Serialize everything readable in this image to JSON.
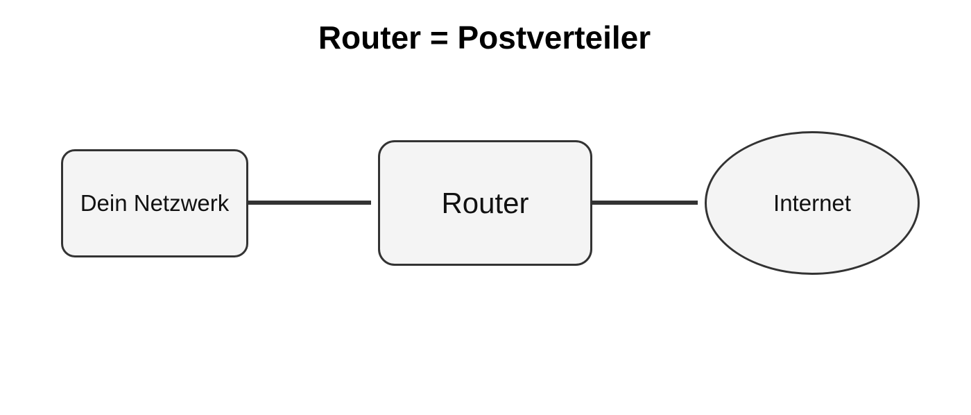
{
  "diagram": {
    "title": "Router = Postverteiler",
    "nodes": {
      "network": {
        "label": "Dein Netzwerk",
        "shape": "rounded-rectangle"
      },
      "router": {
        "label": "Router",
        "shape": "rounded-rectangle"
      },
      "internet": {
        "label": "Internet",
        "shape": "ellipse"
      }
    },
    "edges": [
      {
        "from": "network",
        "to": "router"
      },
      {
        "from": "router",
        "to": "internet"
      }
    ],
    "colors": {
      "node_fill": "#f4f4f4",
      "stroke": "#333333",
      "text": "#111111"
    }
  }
}
